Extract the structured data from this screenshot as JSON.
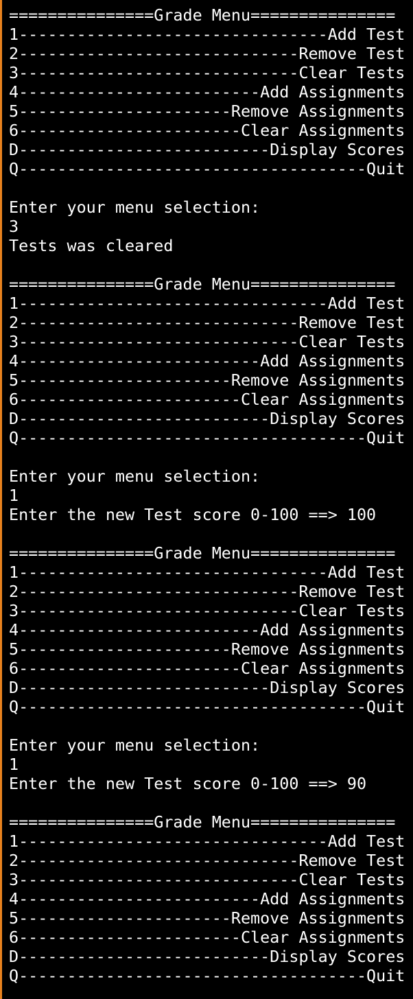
{
  "terminal": {
    "colors": {
      "background": "#000000",
      "foreground": "#ffffff",
      "accent": "#e8821e"
    },
    "lines": [
      "===============Grade Menu===============",
      "1--------------------------------Add Test",
      "2-----------------------------Remove Test",
      "3-----------------------------Clear Tests",
      "4-------------------------Add Assignments",
      "5----------------------Remove Assignments",
      "6-----------------------Clear Assignments",
      "D--------------------------Display Scores",
      "Q------------------------------------Quit",
      "",
      "Enter your menu selection:",
      "3",
      "Tests was cleared",
      "",
      "===============Grade Menu===============",
      "1--------------------------------Add Test",
      "2-----------------------------Remove Test",
      "3-----------------------------Clear Tests",
      "4-------------------------Add Assignments",
      "5----------------------Remove Assignments",
      "6-----------------------Clear Assignments",
      "D--------------------------Display Scores",
      "Q------------------------------------Quit",
      "",
      "Enter your menu selection:",
      "1",
      "Enter the new Test score 0-100 ==> 100",
      "",
      "===============Grade Menu===============",
      "1--------------------------------Add Test",
      "2-----------------------------Remove Test",
      "3-----------------------------Clear Tests",
      "4-------------------------Add Assignments",
      "5----------------------Remove Assignments",
      "6-----------------------Clear Assignments",
      "D--------------------------Display Scores",
      "Q------------------------------------Quit",
      "",
      "Enter your menu selection:",
      "1",
      "Enter the new Test score 0-100 ==> 90",
      "",
      "===============Grade Menu===============",
      "1--------------------------------Add Test",
      "2-----------------------------Remove Test",
      "3-----------------------------Clear Tests",
      "4-------------------------Add Assignments",
      "5----------------------Remove Assignments",
      "6-----------------------Clear Assignments",
      "D--------------------------Display Scores",
      "Q------------------------------------Quit"
    ]
  }
}
